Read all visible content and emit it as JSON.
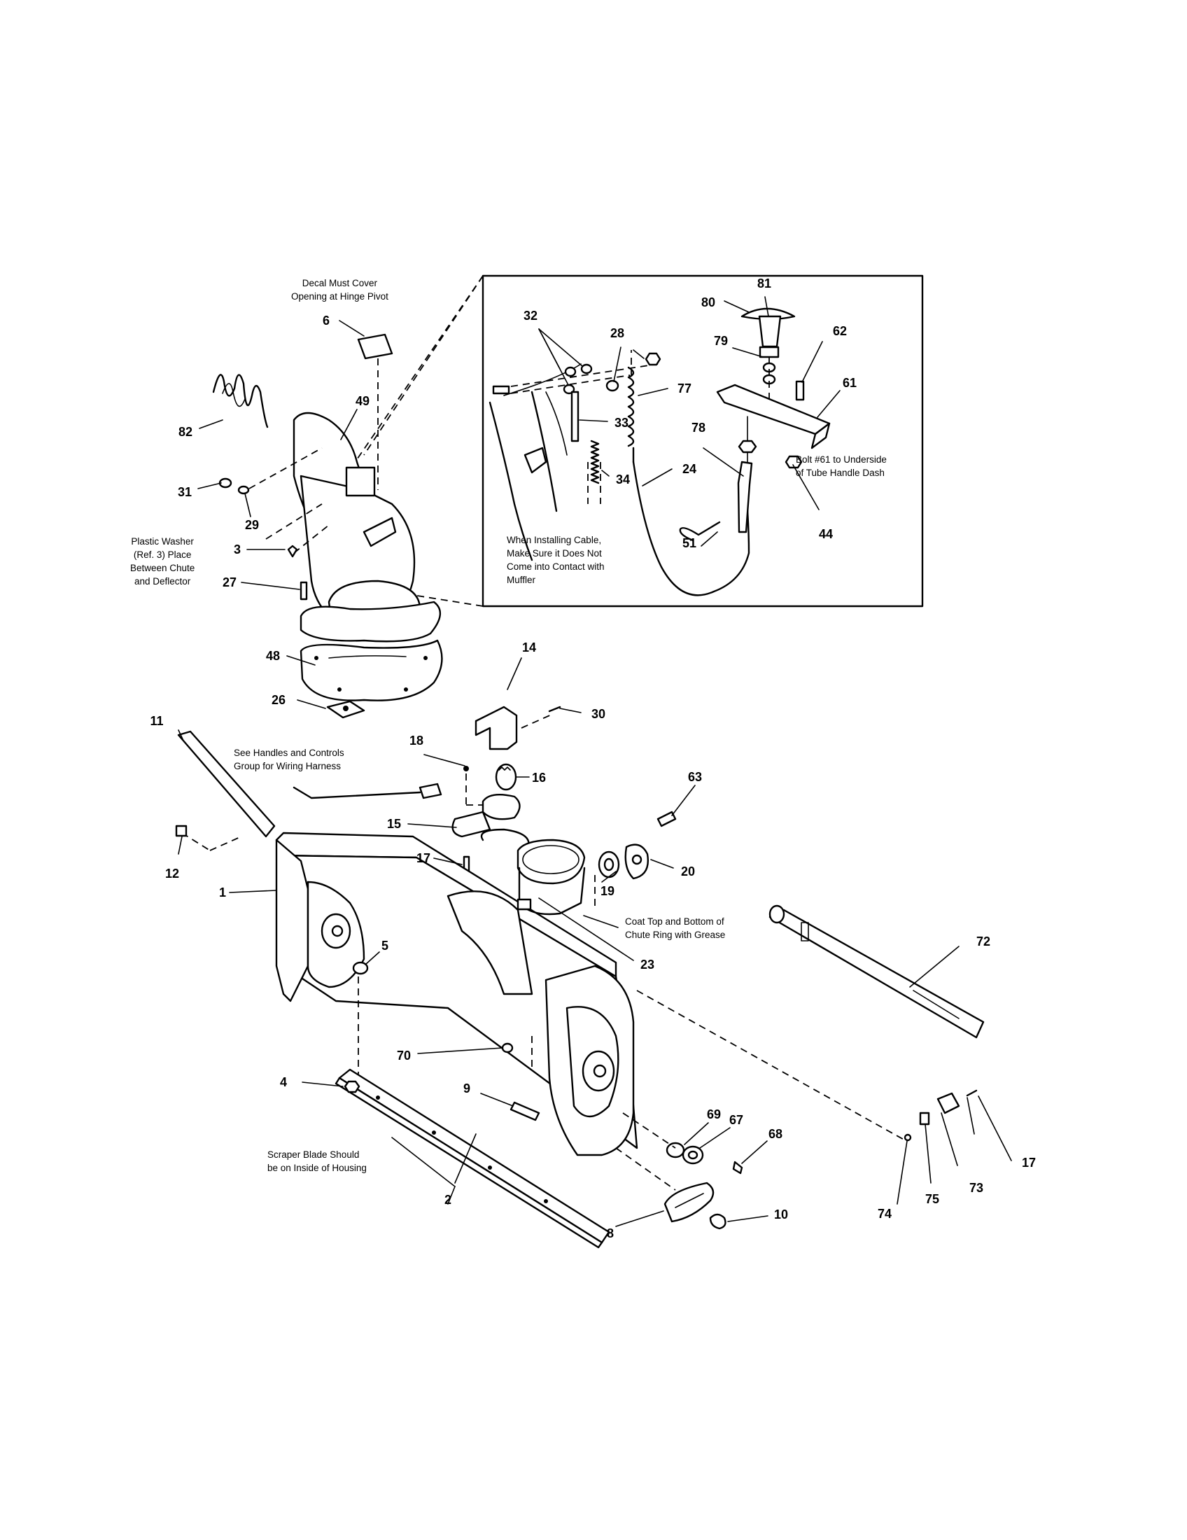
{
  "callouts": {
    "c1": "1",
    "c2": "2",
    "c3": "3",
    "c4": "4",
    "c5": "5",
    "c6": "6",
    "c8": "8",
    "c9": "9",
    "c10": "10",
    "c11": "11",
    "c12": "12",
    "c14": "14",
    "c15": "15",
    "c16": "16",
    "c17a": "17",
    "c17b": "17",
    "c18": "18",
    "c19": "19",
    "c20": "20",
    "c23": "23",
    "c24": "24",
    "c26": "26",
    "c27": "27",
    "c28": "28",
    "c29": "29",
    "c30": "30",
    "c31": "31",
    "c32": "32",
    "c33": "33",
    "c34": "34",
    "c44": "44",
    "c48": "48",
    "c49": "49",
    "c51": "51",
    "c61": "61",
    "c62": "62",
    "c63": "63",
    "c67": "67",
    "c68": "68",
    "c69": "69",
    "c70": "70",
    "c72": "72",
    "c73": "73",
    "c74": "74",
    "c75": "75",
    "c77": "77",
    "c78": "78",
    "c79": "79",
    "c80": "80",
    "c81": "81",
    "c82": "82"
  },
  "notes": {
    "decal": [
      "Decal Must Cover",
      "Opening at Hinge Pivot"
    ],
    "plastic_washer": [
      "Plastic Washer",
      "(Ref. 3) Place",
      "Between Chute",
      "and Deflector"
    ],
    "install_cable": [
      "When Installing Cable,",
      "Make Sure it Does Not",
      "Come into Contact with",
      "Muffler"
    ],
    "bolt61": [
      "Bolt #61 to Underside",
      "of Tube Handle Dash"
    ],
    "handles": [
      "See Handles and Controls",
      "Group for Wiring Harness"
    ],
    "chute_ring": [
      "Coat Top and Bottom of",
      "Chute Ring with Grease"
    ],
    "scraper": [
      "Scraper Blade Should",
      "be on Inside of Housing"
    ]
  }
}
